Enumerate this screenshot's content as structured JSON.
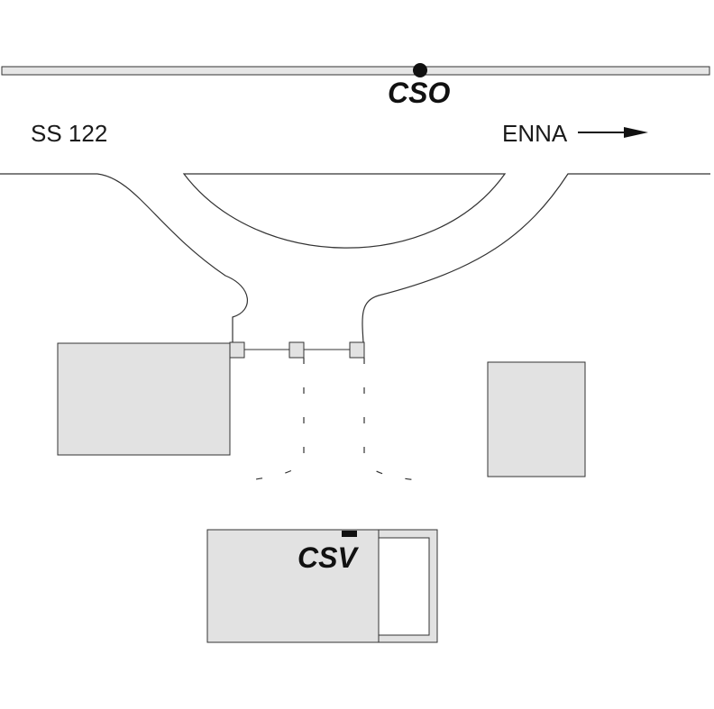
{
  "labels": {
    "cso": "CSO",
    "csv": "CSV",
    "road_left": "SS 122",
    "road_right": "ENNA"
  },
  "colors": {
    "building_fill": "#e2e2e2",
    "stroke": "#333333",
    "rail_fill": "#e6e6e6",
    "marker": "#111111"
  },
  "icons": {
    "direction": "arrow-right-icon",
    "cso_marker": "dot-marker-icon",
    "csv_marker": "bar-marker-icon"
  }
}
